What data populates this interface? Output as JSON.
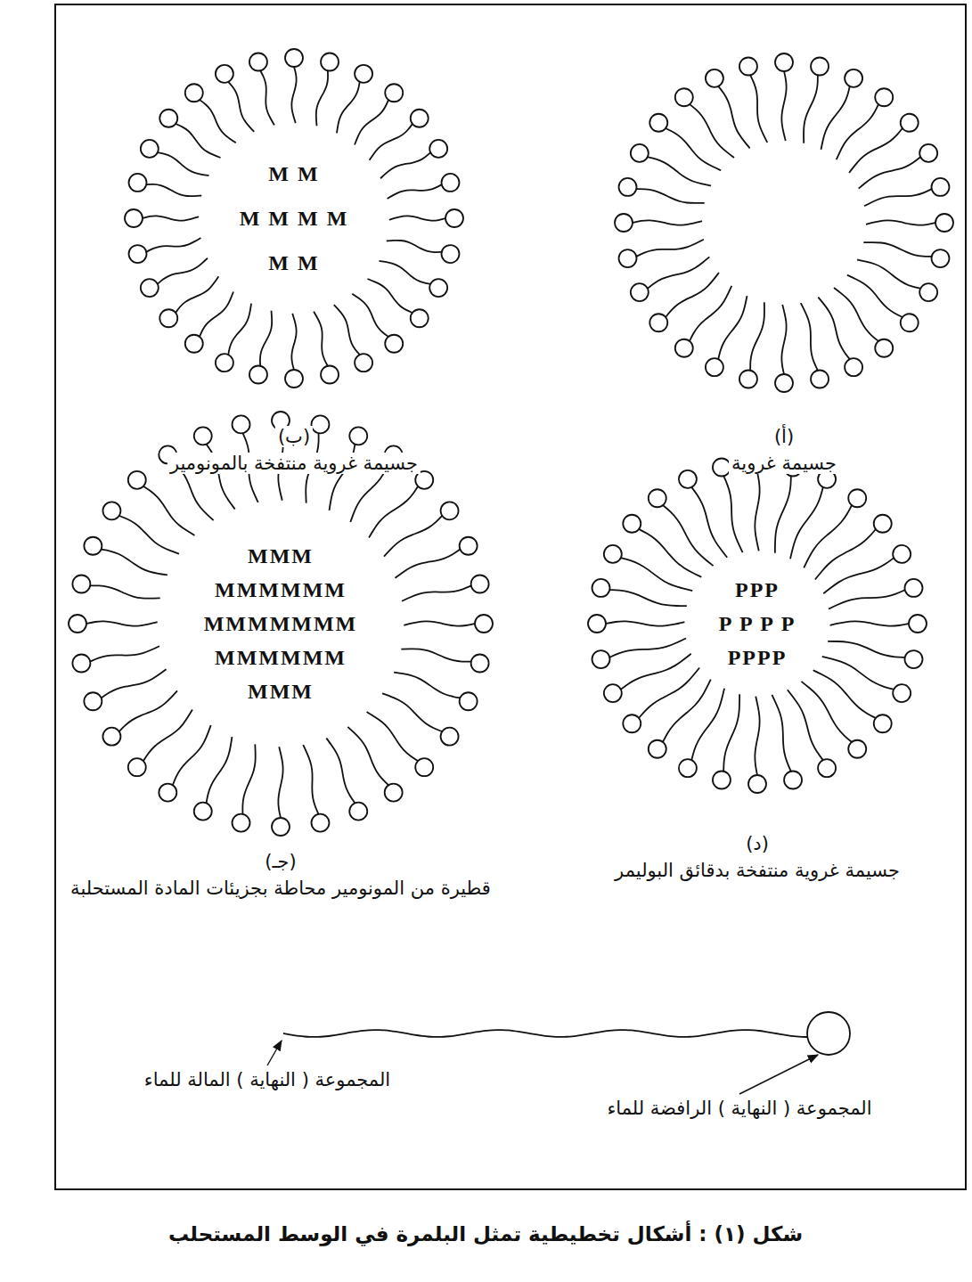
{
  "diagram": {
    "caption": "شكل (١) : أشكال تخطيطية تمثل البلمرة في الوسط المستحلب",
    "nodes": [
      {
        "text": [
          "M M",
          "M M M M",
          "M M"
        ]
      },
      {
        "text": [
          "PPP",
          "P P P P",
          "PPPP"
        ]
      },
      {
        "text": [
          "MMM",
          "MMMMMM",
          "MMMMMMM",
          "MMMMMM",
          "MMM"
        ]
      }
    ],
    "labels": [
      "(أ)",
      "جسيمة غروية",
      "(ب)",
      "جسيمة غروية منتفخة بالمونومير",
      "(د)",
      "جسيمة غروية منتفخة بدقائق البوليمر",
      "(جـ)",
      "قطيرة من المونومير محاطة بجزيئات المادة المستحلبة",
      "المجموعة ( النهاية ) المالة للماء",
      "المجموعة ( النهاية ) الرافضة للماء"
    ]
  }
}
